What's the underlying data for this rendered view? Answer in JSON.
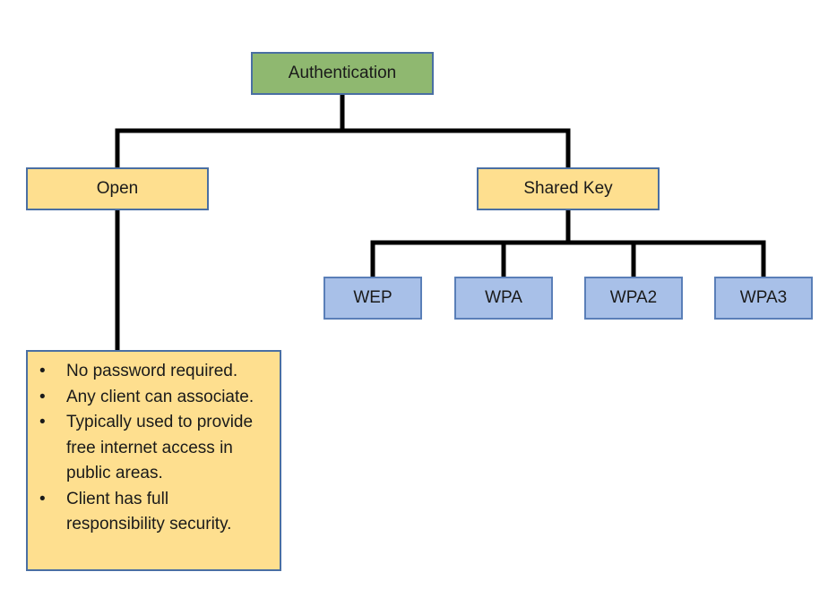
{
  "colors": {
    "root_fill": "#8fb870",
    "mid_fill": "#fedf8f",
    "leaf_fill": "#a8c0e8",
    "connector": "#000000",
    "border": "#4a6fa3"
  },
  "nodes": {
    "root": "Authentication",
    "open": "Open",
    "shared_key": "Shared Key",
    "wep": "WEP",
    "wpa": "WPA",
    "wpa2": "WPA2",
    "wpa3": "WPA3"
  },
  "open_notes": {
    "bullet": "•",
    "items": [
      "No password required.",
      "Any client can associate.",
      "Typically used to provide free internet access in public areas.",
      "Client has full responsibility security."
    ]
  }
}
